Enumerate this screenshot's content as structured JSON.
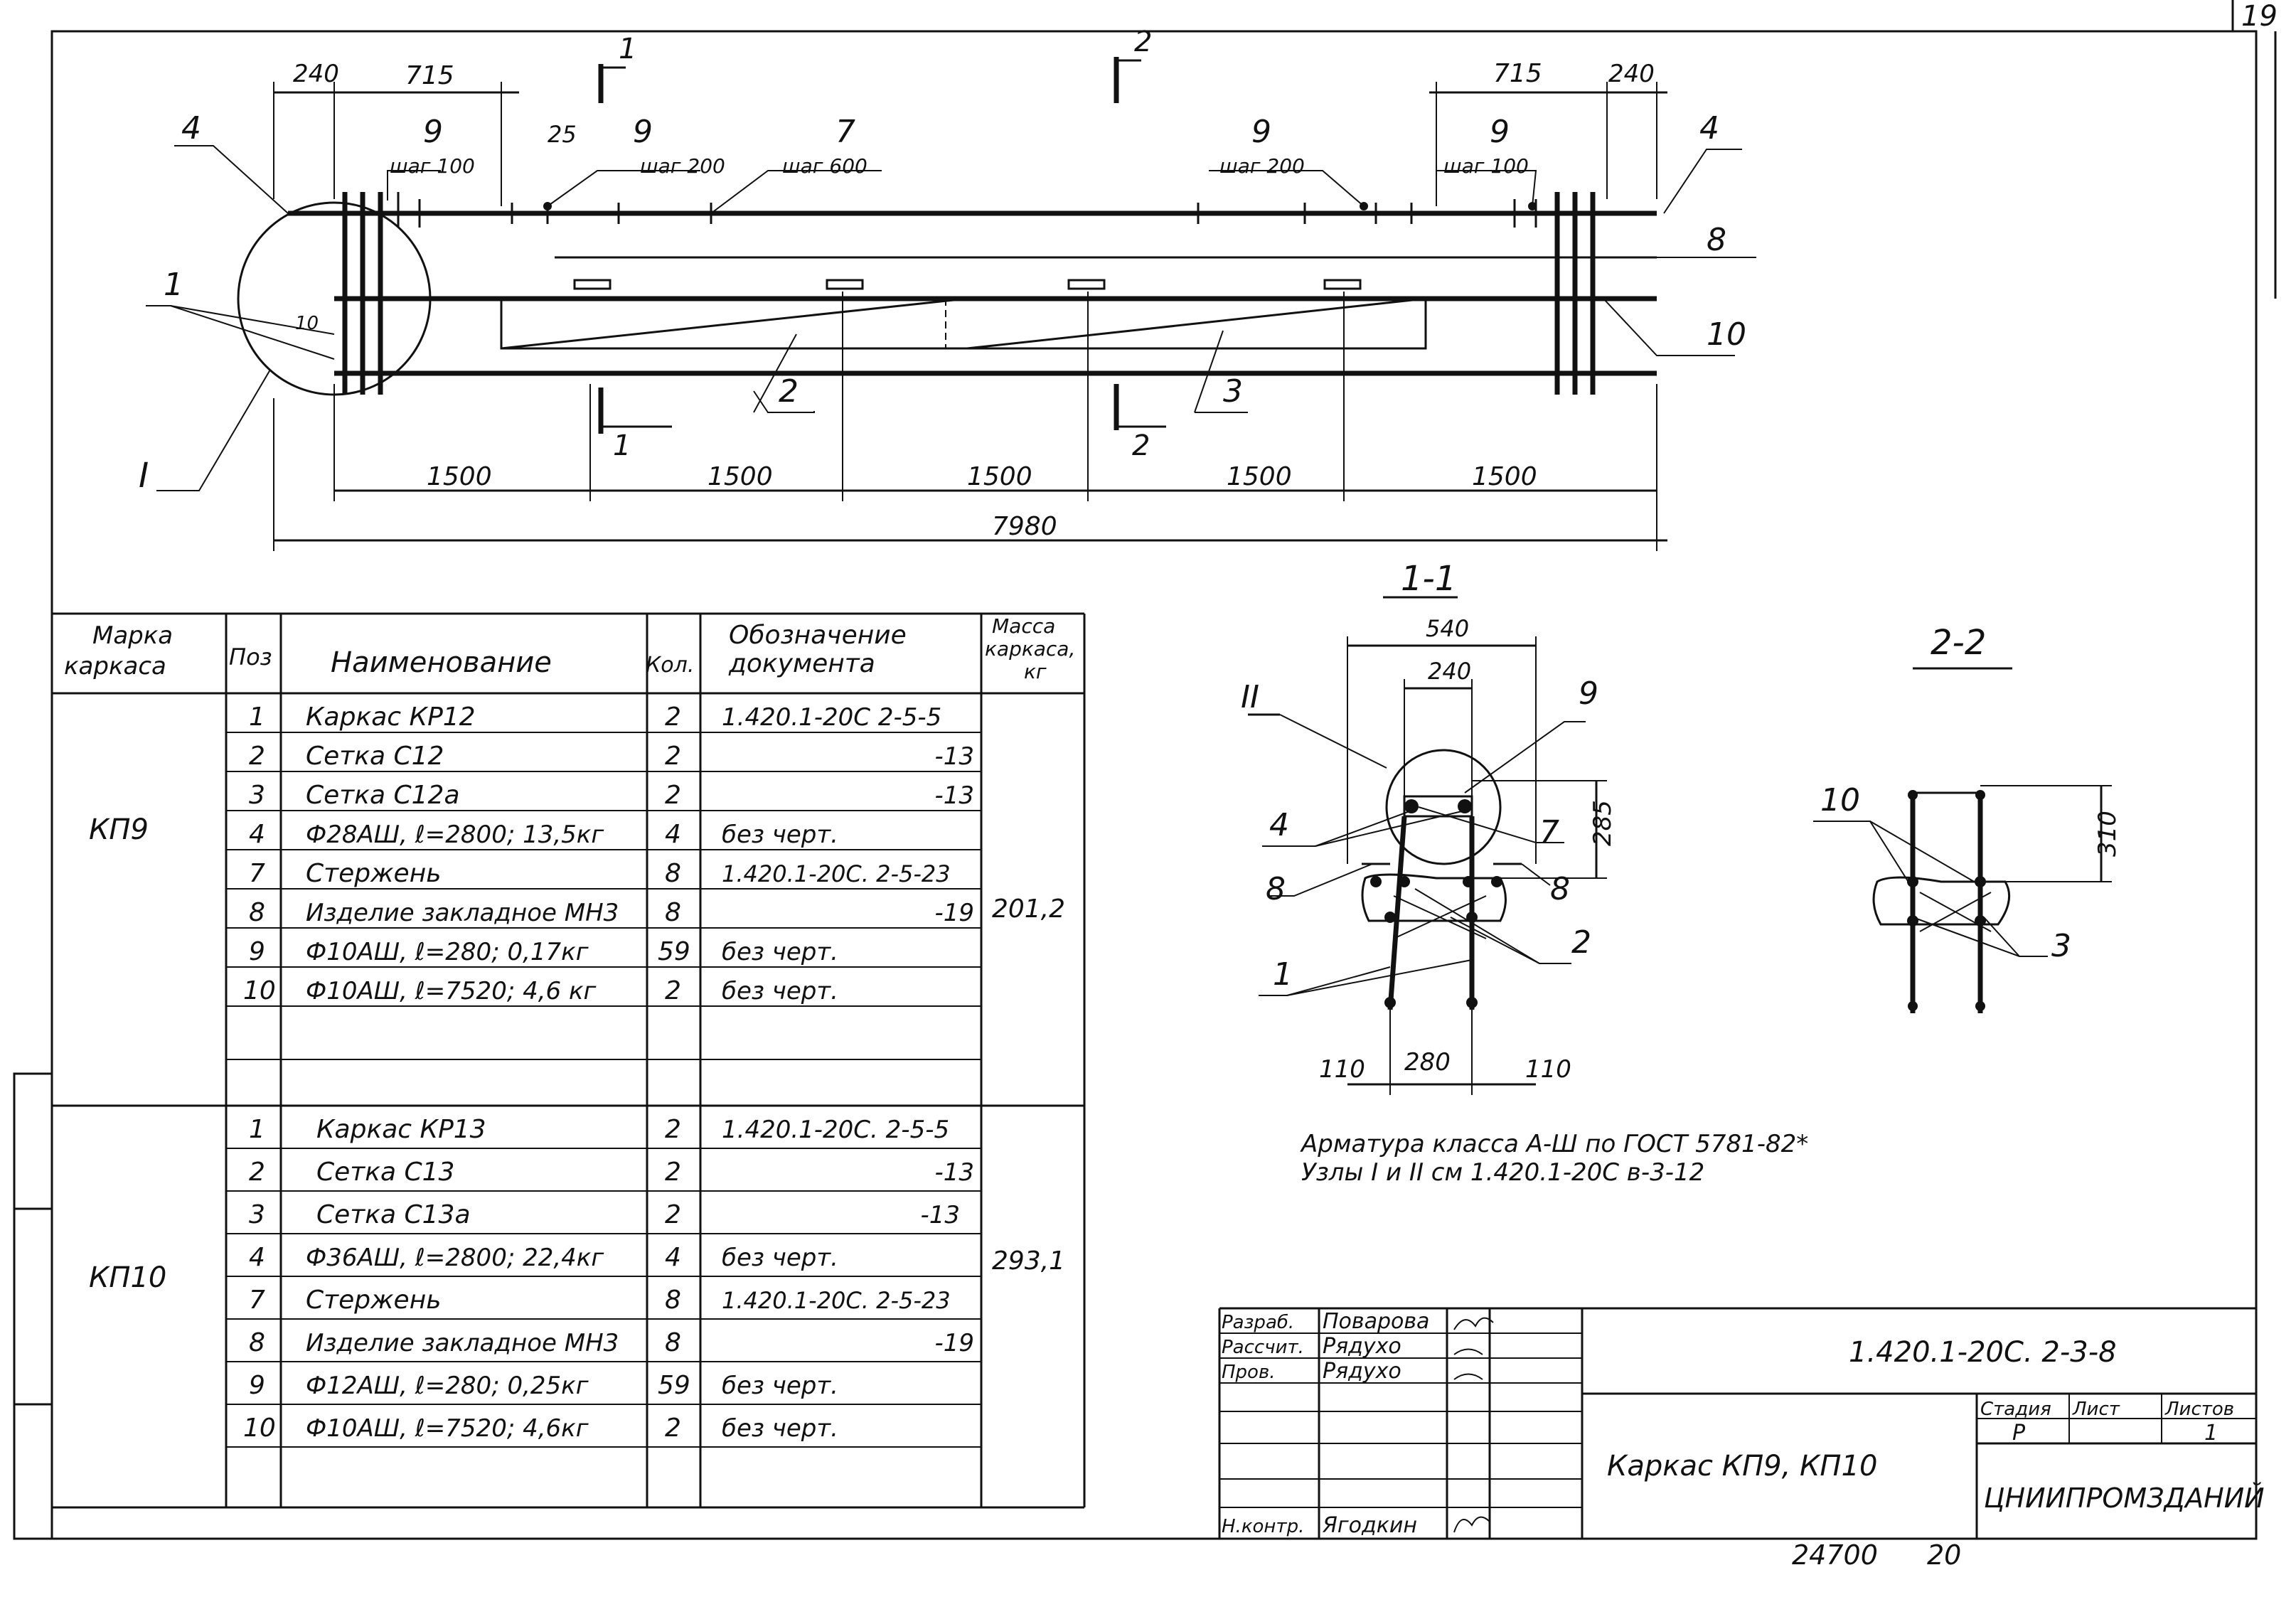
{
  "sheet": {
    "sheet_no": "19",
    "footer_left": "24700",
    "footer_right": "20"
  },
  "elevation": {
    "dims_top": [
      "240",
      "715",
      "715",
      "240"
    ],
    "dim_25": "25",
    "dim_10": "10",
    "spans": [
      "1500",
      "1500",
      "1500",
      "1500",
      "1500"
    ],
    "total": "7980",
    "pos_labels": {
      "p1": "1",
      "p2": "2",
      "p3": "3",
      "p4": "4",
      "p7": "7",
      "p8": "8",
      "p9": "9",
      "p10": "10"
    },
    "steps": {
      "s100": "шаг 100",
      "s200": "шаг 200",
      "s600": "шаг 600"
    },
    "node": "I",
    "sections": {
      "s1": "1",
      "s2": "2"
    }
  },
  "section_1_1": {
    "title": "1-1",
    "dims": {
      "w540": "540",
      "w240": "240",
      "h285": "285",
      "d110a": "110",
      "d280": "280",
      "d110b": "110"
    },
    "node": "II",
    "labels": {
      "l9": "9",
      "l7": "7",
      "l4": "4",
      "l8a": "8",
      "l8b": "8",
      "l2": "2",
      "l1": "1"
    }
  },
  "section_2_2": {
    "title": "2-2",
    "dims": {
      "h310": "310"
    },
    "labels": {
      "l10": "10",
      "l3": "3"
    }
  },
  "notes": [
    "Арматура  класса  А-Ш по  ГОСТ 5781-82*",
    "Узлы  I и  II см  1.420.1-20С  в-3-12"
  ],
  "spec": {
    "headers": {
      "mark": [
        "Марка",
        "каркаса"
      ],
      "pos": "Поз",
      "name": "Наименование",
      "qty": "Кол.",
      "doc": [
        "Обозначение",
        "документа"
      ],
      "mass": [
        "Масса",
        "каркаса,",
        "кг"
      ]
    },
    "groups": [
      {
        "mark": "КП9",
        "mass": "201,2",
        "rows": [
          {
            "pos": "1",
            "name": "Каркас  КР12",
            "qty": "2",
            "doc": "1.420.1-20С 2-5-5"
          },
          {
            "pos": "2",
            "name": "Сетка  С12",
            "qty": "2",
            "doc": "-13"
          },
          {
            "pos": "3",
            "name": "Сетка  С12а",
            "qty": "2",
            "doc": "-13"
          },
          {
            "pos": "4",
            "name": "Ф28АШ, ℓ=2800;  13,5кг",
            "qty": "4",
            "doc": "без черт."
          },
          {
            "pos": "7",
            "name": "Стержень",
            "qty": "8",
            "doc": "1.420.1-20С. 2-5-23"
          },
          {
            "pos": "8",
            "name": "Изделие закладное МН3",
            "qty": "8",
            "doc": "-19"
          },
          {
            "pos": "9",
            "name": "Ф10АШ, ℓ=280;  0,17кг",
            "qty": "59",
            "doc": "без черт."
          },
          {
            "pos": "10",
            "name": "Ф10АШ, ℓ=7520;  4,6 кг",
            "qty": "2",
            "doc": "без черт."
          }
        ]
      },
      {
        "mark": "КП10",
        "mass": "293,1",
        "rows": [
          {
            "pos": "1",
            "name": "Каркас   КР13",
            "qty": "2",
            "doc": "1.420.1-20С. 2-5-5"
          },
          {
            "pos": "2",
            "name": "Сетка   С13",
            "qty": "2",
            "doc": "-13"
          },
          {
            "pos": "3",
            "name": "Сетка  С13а",
            "qty": "2",
            "doc": "-13"
          },
          {
            "pos": "4",
            "name": "Ф36АШ, ℓ=2800;  22,4кг",
            "qty": "4",
            "doc": "без черт."
          },
          {
            "pos": "7",
            "name": "Стержень",
            "qty": "8",
            "doc": "1.420.1-20С. 2-5-23"
          },
          {
            "pos": "8",
            "name": "Изделие закладное МН3",
            "qty": "8",
            "doc": "-19"
          },
          {
            "pos": "9",
            "name": "Ф12АШ, ℓ=280;  0,25кг",
            "qty": "59",
            "doc": "без черт."
          },
          {
            "pos": "10",
            "name": "Ф10АШ, ℓ=7520;  4,6кг",
            "qty": "2",
            "doc": "без черт."
          }
        ]
      }
    ]
  },
  "title_block": {
    "roles": [
      "Разраб.",
      "Рассчит.",
      "Пров.",
      "Н.контр."
    ],
    "people": [
      "Поварова",
      "Рядухо",
      "Рядухо",
      "Ягодкин"
    ],
    "code": "1.420.1-20С. 2-3-8",
    "item": "Каркас  КП9, КП10",
    "headers": {
      "stage": "Стадия",
      "sheet": "Лист",
      "sheets": "Листов"
    },
    "stage": "Р",
    "sheet_count": "1",
    "org": "ЦНИИПРОМЗДАНИЙ"
  }
}
